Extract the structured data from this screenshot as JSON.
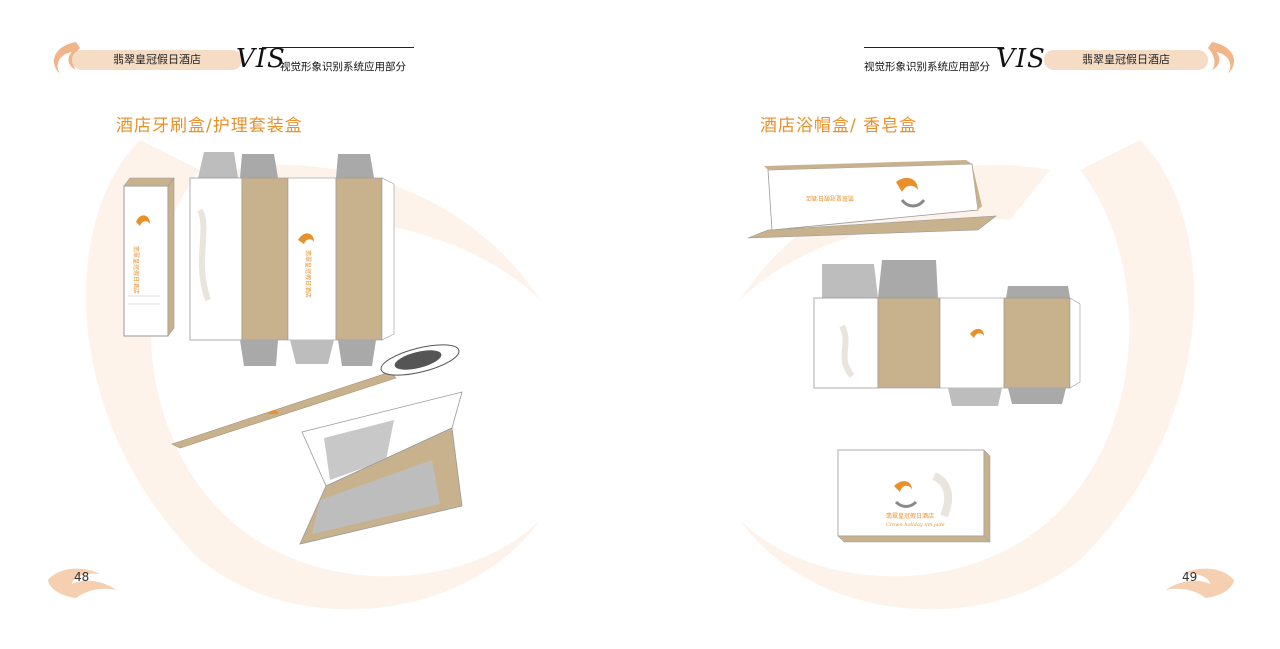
{
  "colors": {
    "accent": "#e8902a",
    "kraft": "#c8b28e",
    "band": "#f7dcc5",
    "gray": "#bdbdbd"
  },
  "left_page": {
    "hotel_name": "翡翠皇冠假日酒店",
    "vis": "VIS",
    "vis_subtitle": "视觉形象识别系统应用部分",
    "section_title": "酒店牙刷盒/护理套装盒",
    "page_number": "48"
  },
  "right_page": {
    "hotel_name": "翡翠皇冠假日酒店",
    "vis": "VIS",
    "vis_subtitle": "视觉形象识别系统应用部分",
    "section_title": "酒店浴帽盒/ 香皂盒",
    "page_number": "49"
  },
  "box_label": {
    "name_cn": "翡翠皇冠假日酒店",
    "name_en": "Crown holiday inn jade"
  }
}
